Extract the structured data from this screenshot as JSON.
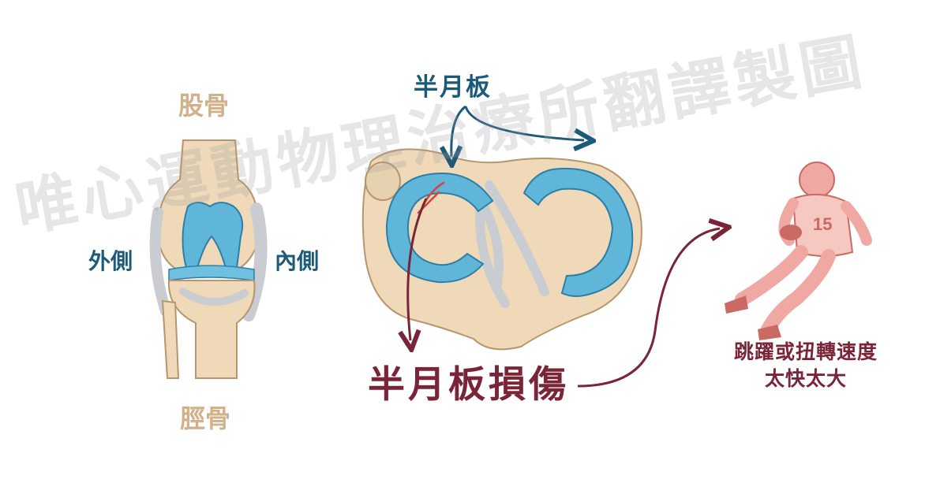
{
  "labels": {
    "femur": "股骨",
    "tibia": "脛骨",
    "lateral": "外側",
    "medial": "內側",
    "meniscus": "半月板",
    "meniscus_injury": "半月板損傷",
    "cause_line1": "跳躍或扭轉速度",
    "cause_line2": "太快太大",
    "jersey_number": "15"
  },
  "watermark": "唯心運動物理治療所翻譯製圖",
  "colors": {
    "bone": "#efd9b8",
    "meniscus": "#5fb6d9",
    "ligament": "#c9ccd1",
    "injury": "#7a2437",
    "label_blue": "#1c5a7a",
    "label_tan": "#d2b08a",
    "athlete": "#f0a9a2"
  }
}
